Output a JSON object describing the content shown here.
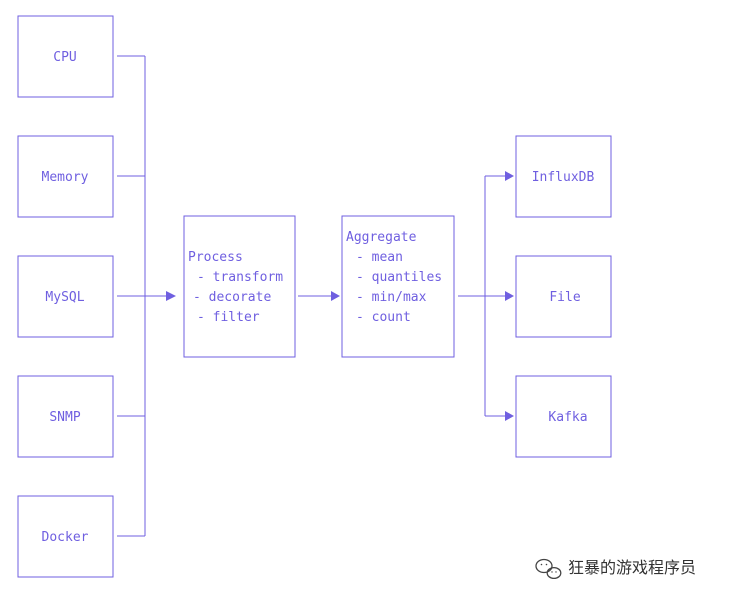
{
  "colors": {
    "accent": "#6f5fe0",
    "watermark": "#333333"
  },
  "sources": {
    "cpu": "CPU",
    "memory": "Memory",
    "mysql": "MySQL",
    "snmp": "SNMP",
    "docker": "Docker"
  },
  "process": {
    "title": "Process",
    "steps": [
      "- transform",
      "- decorate",
      "- filter"
    ]
  },
  "aggregate": {
    "title": "Aggregate",
    "steps": [
      "- mean",
      "- quantiles",
      "- min/max",
      "- count"
    ]
  },
  "outputs": {
    "influxdb": "InfluxDB",
    "file": "File",
    "kafka": "Kafka"
  },
  "watermark": {
    "icon": "wechat-icon",
    "text": "狂暴的游戏程序员"
  }
}
